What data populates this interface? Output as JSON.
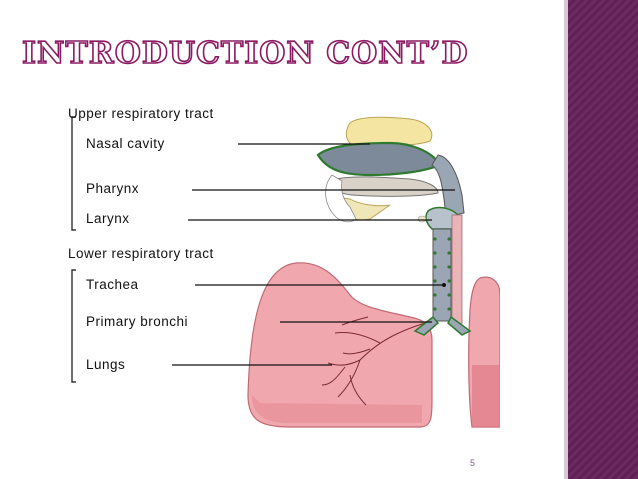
{
  "slide": {
    "title": "INTRODUCTION CONT’D",
    "page_number": "5",
    "colors": {
      "sidebar": "#6c2a60",
      "title_outline": "#8b1a63"
    }
  },
  "figure": {
    "upper_heading": "Upper respiratory tract",
    "upper_items": [
      "Nasal cavity",
      "Pharynx",
      "Larynx"
    ],
    "lower_heading": "Lower respiratory tract",
    "lower_items": [
      "Trachea",
      "Primary bronchi",
      "Lungs"
    ]
  }
}
